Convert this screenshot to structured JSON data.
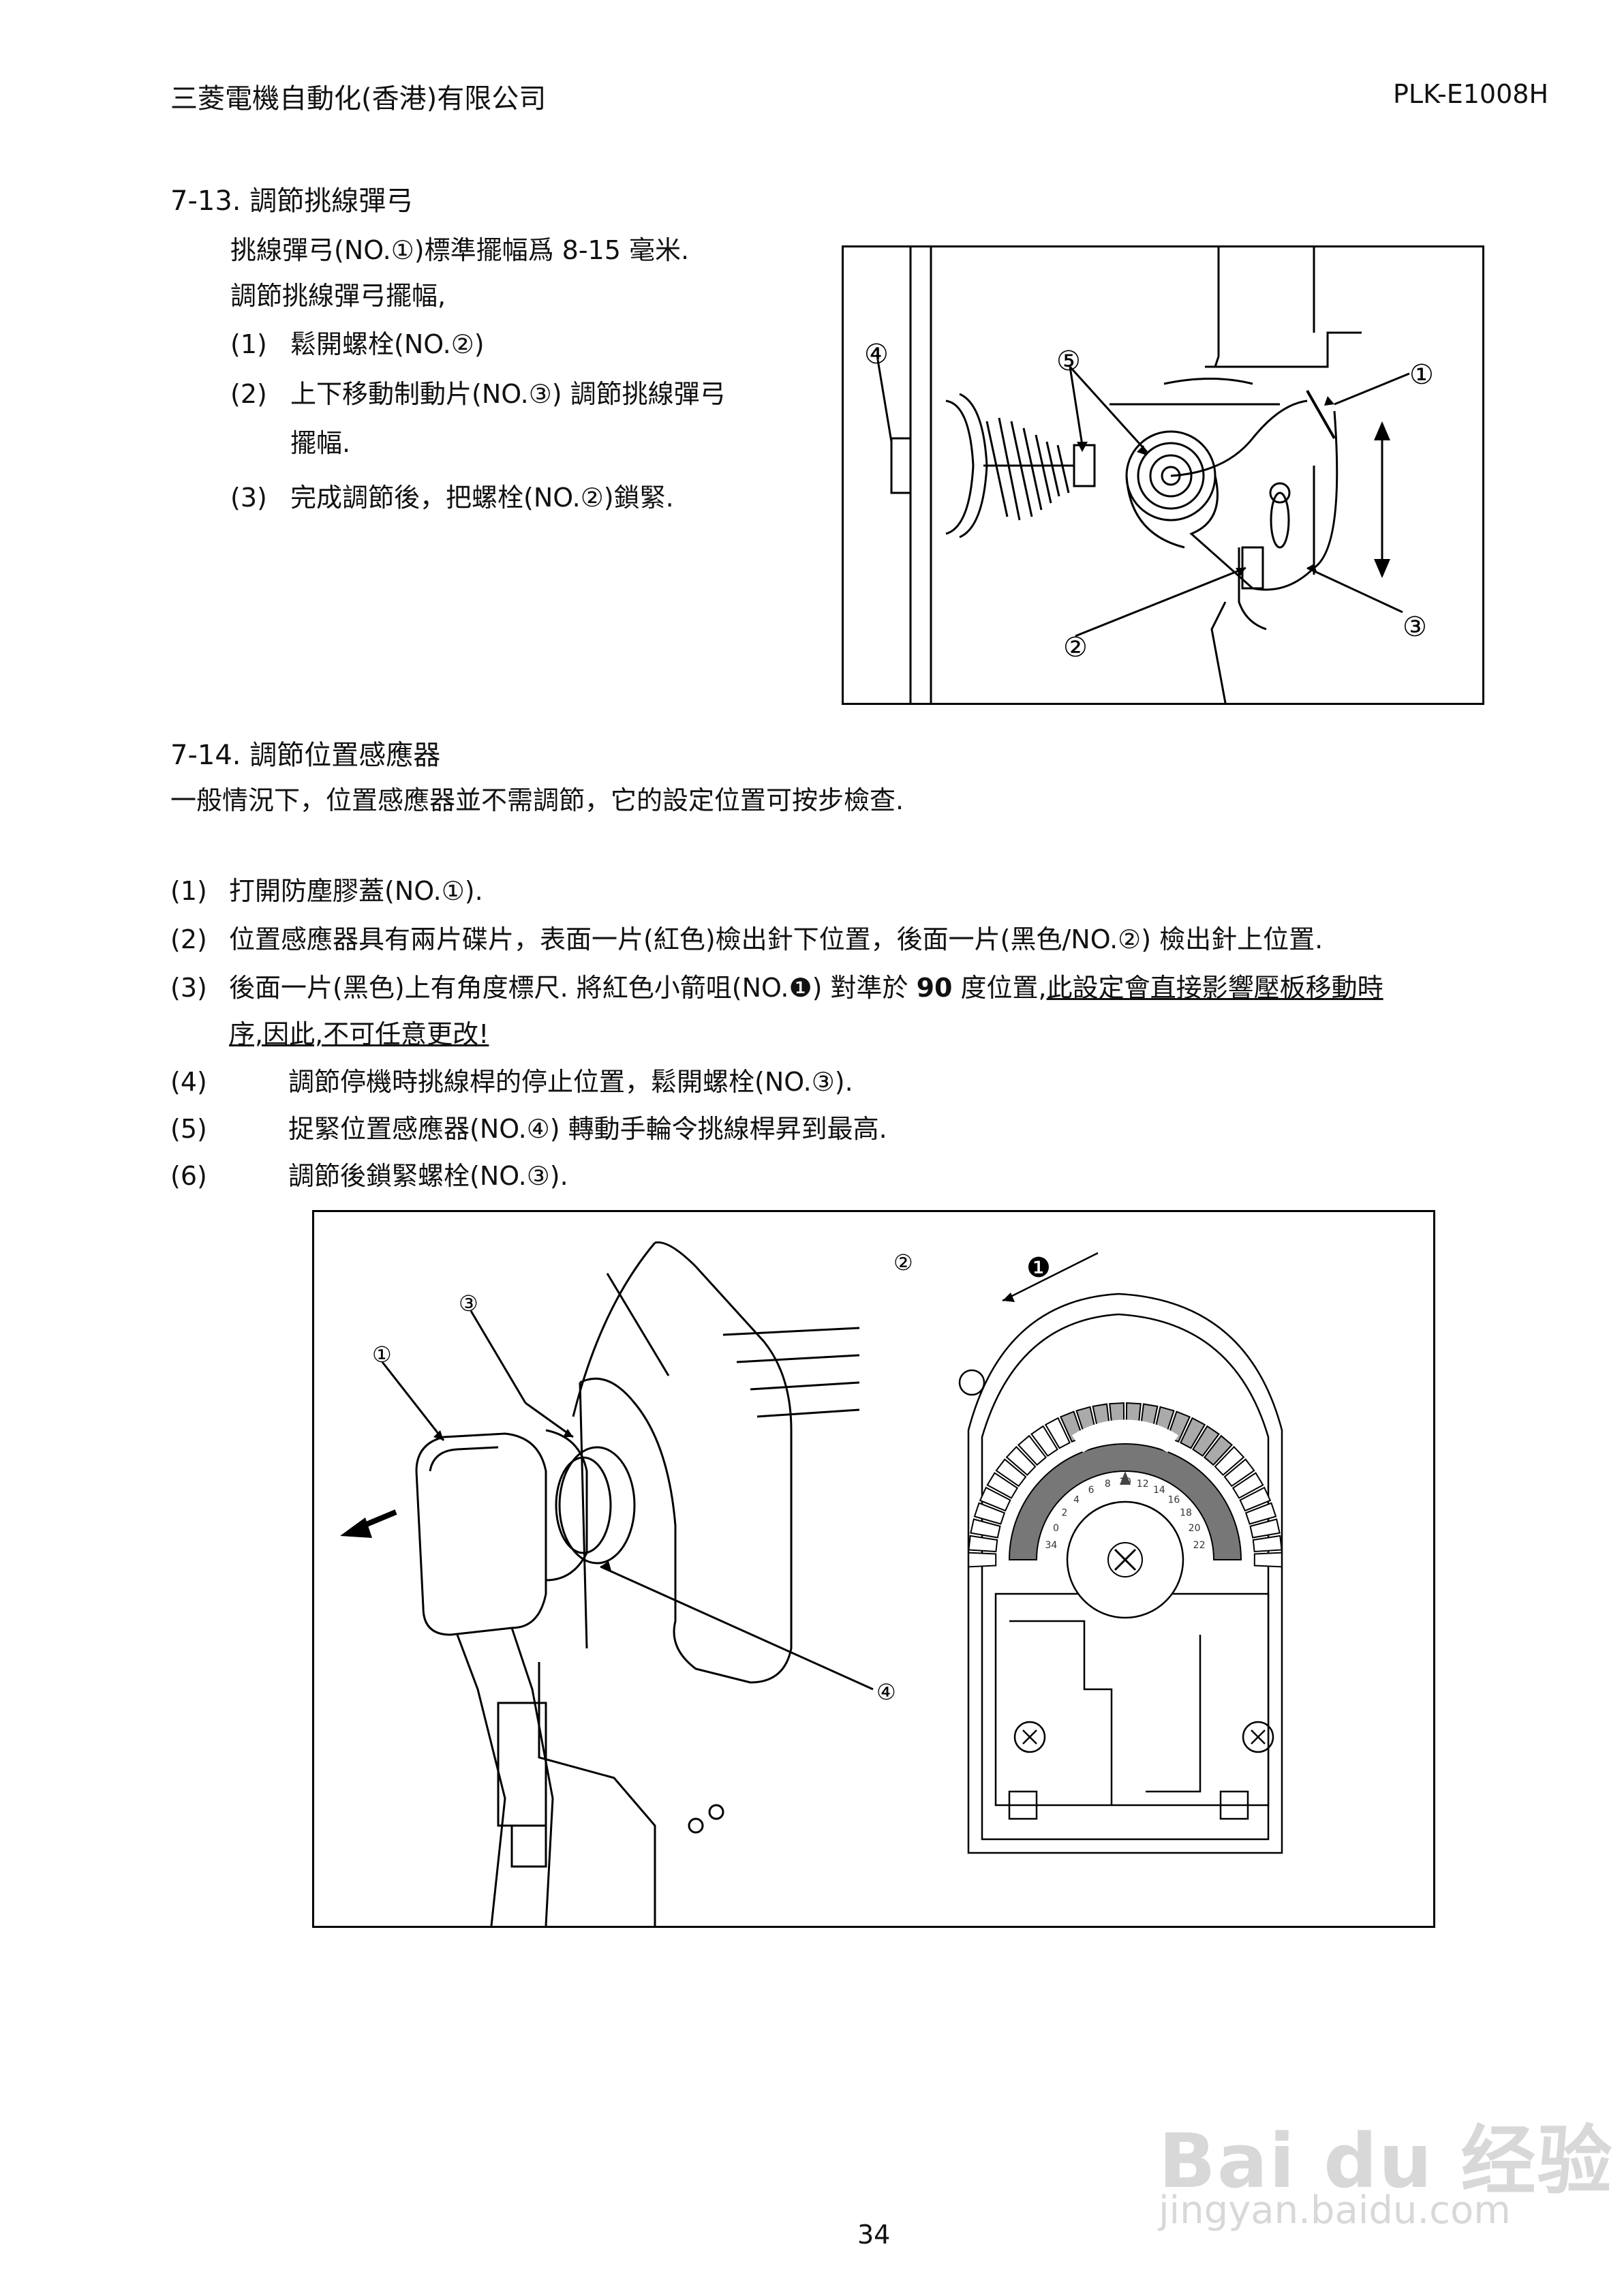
{
  "header": {
    "company": "三菱電機自動化(香港)有限公司",
    "doc_code": "PLK-E1008H"
  },
  "section_1": {
    "heading": "7-13.  調節挑線彈弓",
    "intro": [
      "挑線彈弓(NO.①)標準擺幅爲  8-15  毫米.",
      "調節挑線彈弓擺幅,"
    ],
    "steps": [
      {
        "num": "(1)",
        "text": "鬆開螺栓(NO.②)"
      },
      {
        "num": "(2)",
        "text": "上下移動制動片(NO.③)  調節挑線彈弓",
        "text2": "擺幅."
      },
      {
        "num": "(3)",
        "text": "完成調節後，把螺栓(NO.②)鎖緊."
      }
    ],
    "figure_labels": [
      "④",
      "⑤",
      "①",
      "②",
      "③"
    ]
  },
  "section_2": {
    "heading": "7-14.  調節位置感應器",
    "intro": "一般情況下，位置感應器並不需調節，它的設定位置可按步檢查.",
    "steps": [
      {
        "num": "(1)",
        "text": "打開防塵膠蓋(NO.①)."
      },
      {
        "num": "(2)",
        "text": "位置感應器具有兩片碟片，表面一片(紅色)檢出針下位置，後面一片(黑色/NO.②)  檢出針上位置."
      },
      {
        "num": "(3)",
        "text_a": "後面一片(黑色)上有角度標尺.  將紅色小箭咀(NO.❶)  對準於  ",
        "text_b": "90",
        "text_c": "  度位置,",
        "text_u1": "此設定會直接影響壓板移動時",
        "text_u2": "序,因此,不可任意更改!"
      },
      {
        "num": "(4)",
        "text": "調節停機時挑線桿的停止位置，鬆開螺栓(NO.③)."
      },
      {
        "num": "(5)",
        "text": "捉緊位置感應器(NO.④)  轉動手輪令挑線桿昇到最高."
      },
      {
        "num": "(6)",
        "text": "調節後鎖緊螺栓(NO.③)."
      }
    ],
    "figure_labels": [
      "③",
      "①",
      "④",
      "②",
      "❶"
    ],
    "scale_labels": [
      "34",
      "0",
      "2",
      "4",
      "6",
      "8",
      "10",
      "12",
      "14",
      "16",
      "18",
      "20",
      "22"
    ]
  },
  "watermark": {
    "brand": "Bai du 经验",
    "url": "jingyan.baidu.com"
  },
  "footer": {
    "page_number": "34"
  }
}
